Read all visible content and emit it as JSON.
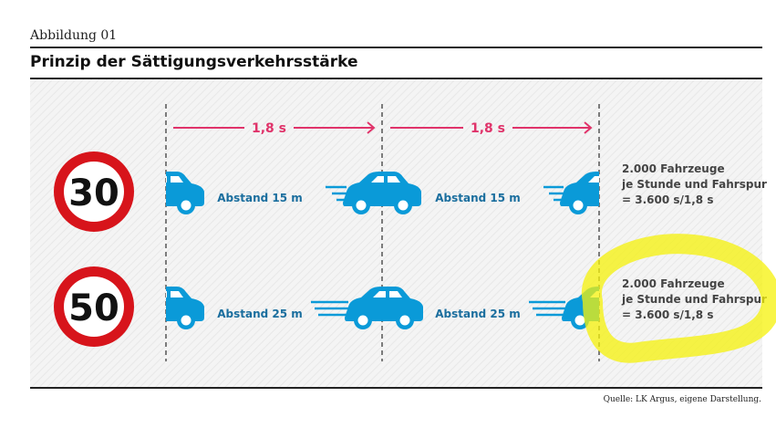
{
  "figure": {
    "kicker": "Abbildung 01",
    "title": "Prinzip der Sättigungsverkehrsstärke",
    "source": "Quelle: LK Argus, eigene Darstellung."
  },
  "interval_label": "1,8 s",
  "rows": [
    {
      "speed": "30",
      "gap_label": "Abstand 15 m",
      "result": [
        "2.000 Fahrzeuge",
        "je Stunde und Fahrspur",
        "= 3.600 s/1,8 s"
      ]
    },
    {
      "speed": "50",
      "gap_label": "Abstand 25 m",
      "result": [
        "2.000 Fahrzeuge",
        "je Stunde und Fahrspur",
        "= 3.600 s/1,8 s"
      ]
    }
  ],
  "colors": {
    "car": "#0a9ad8",
    "arrow": "#e0336a",
    "label": "#1a6e9e",
    "sign_ring": "#d7141b",
    "highlight": "#f5f20a"
  }
}
